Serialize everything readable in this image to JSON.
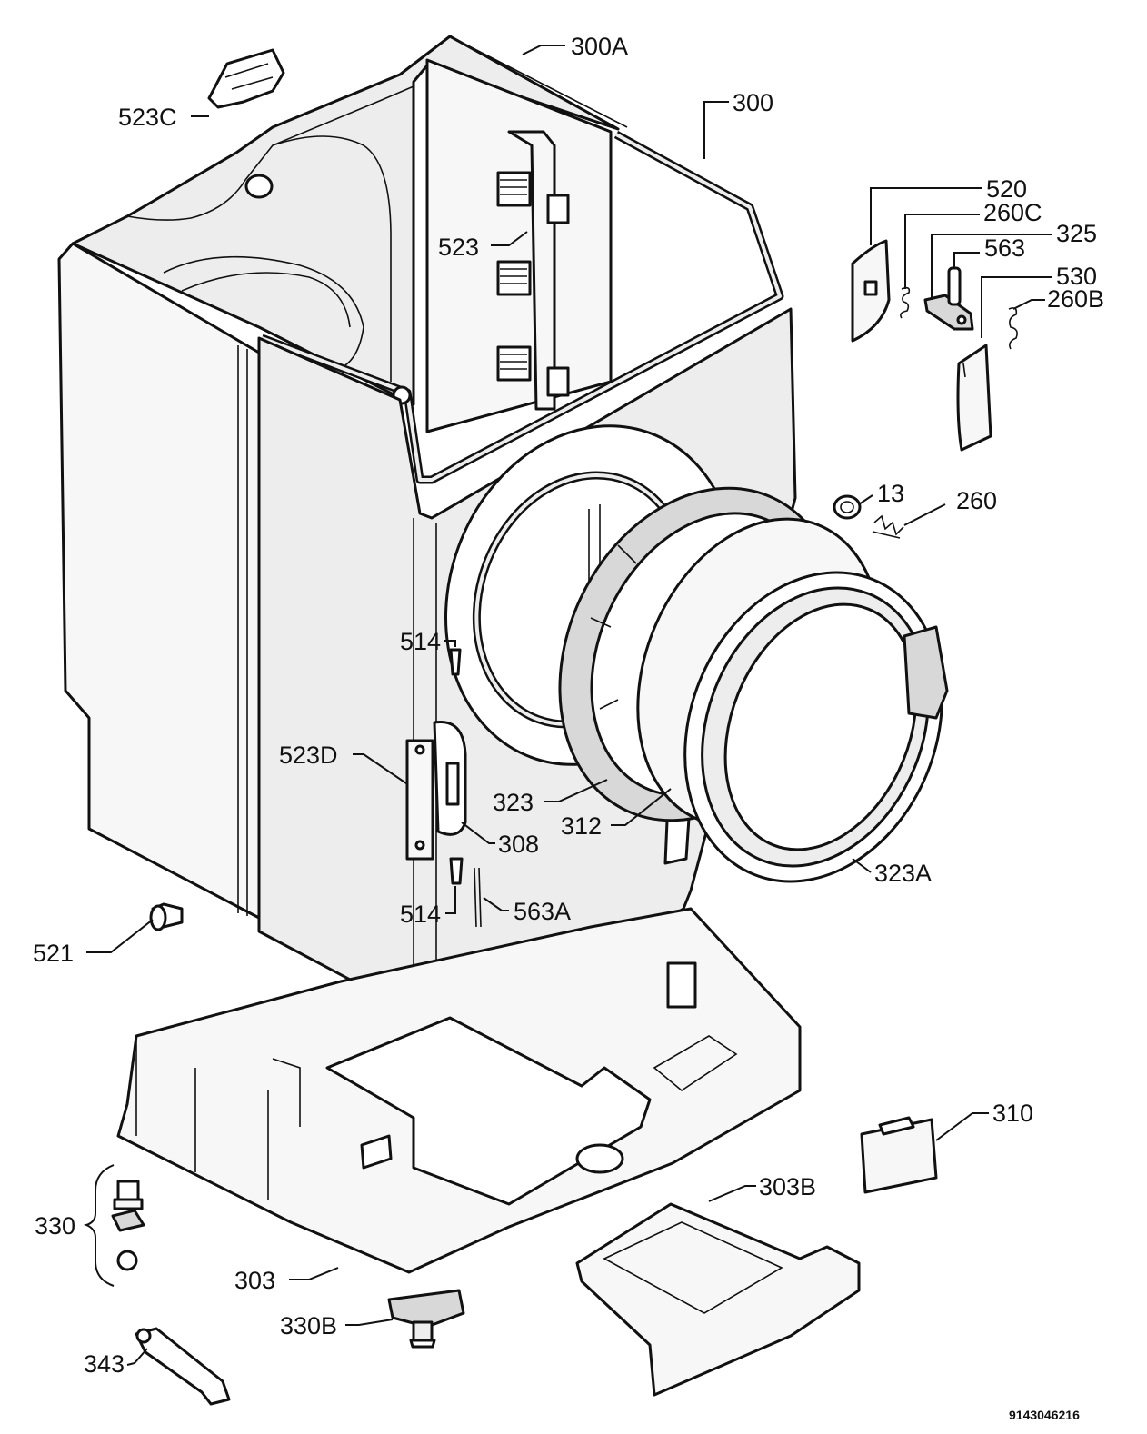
{
  "diagram": {
    "type": "exploded-parts-view",
    "document_number": "9143046216",
    "callouts": [
      "300A",
      "300",
      "523C",
      "523",
      "520",
      "260C",
      "325",
      "563",
      "530",
      "260B",
      "13",
      "260",
      "514",
      "514",
      "523D",
      "323",
      "312",
      "308",
      "323A",
      "563A",
      "521",
      "310",
      "303B",
      "330",
      "303",
      "330B",
      "343"
    ]
  }
}
